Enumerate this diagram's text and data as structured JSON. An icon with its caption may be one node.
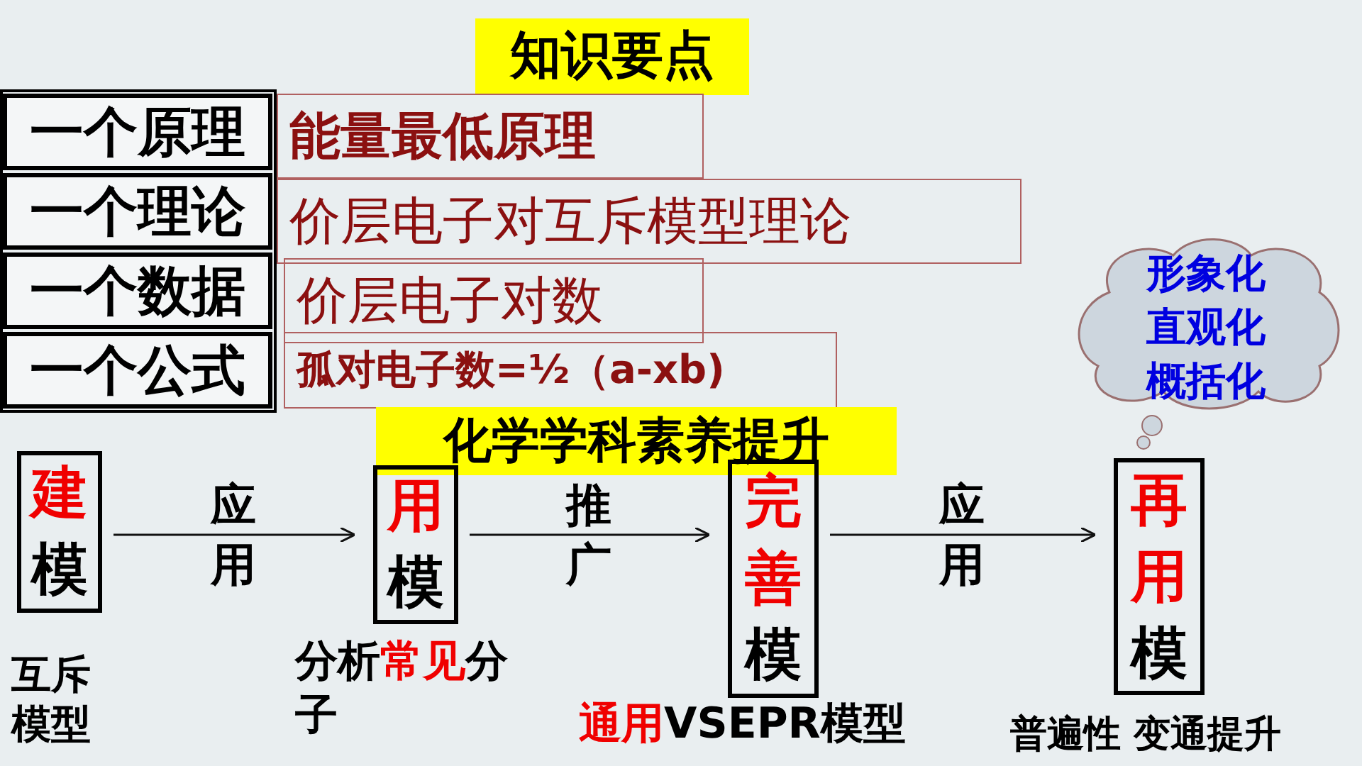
{
  "diagram": {
    "title": "知识要点",
    "nodes": [
      {
        "text": [
          "一个原理"
        ]
      },
      {
        "text": [
          "能量最低原理"
        ]
      },
      {
        "text": [
          "一个理论"
        ]
      },
      {
        "text": [
          "价层电子对互斥模型理论"
        ]
      },
      {
        "text": [
          "一个数据"
        ]
      },
      {
        "text": [
          "价层电子对数"
        ]
      },
      {
        "text": [
          "一个公式"
        ]
      },
      {
        "text": [
          "孤对电子数=½（a-xb)"
        ]
      },
      {
        "text": [
          "化学学科素养提升"
        ]
      },
      {
        "text": [
          "形象化",
          "直观化",
          "概括化"
        ]
      },
      {
        "text": [
          "**建**模"
        ],
        "beside": [
          "互斥模型"
        ]
      },
      {
        "text": [
          "**用**模"
        ],
        "beside": [
          "分析**常见**分子"
        ]
      },
      {
        "text": [
          "**完善**模"
        ],
        "beside": [
          "**通用**VSEPR模型"
        ]
      },
      {
        "text": [
          "**再用**模"
        ],
        "beside": [
          "普遍性 变通提升"
        ]
      }
    ],
    "edges": [
      {
        "from": 10,
        "to": 11,
        "arrow": "to",
        "label": "应用"
      },
      {
        "from": 11,
        "to": 12,
        "arrow": "to",
        "label": "推广"
      },
      {
        "from": 12,
        "to": 13,
        "arrow": "to",
        "label": "应用"
      }
    ]
  }
}
